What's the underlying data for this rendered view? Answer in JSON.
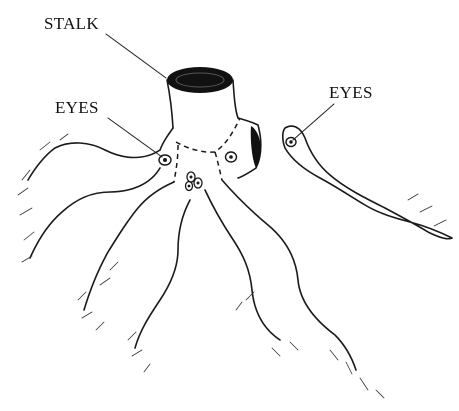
{
  "diagram": {
    "labels": {
      "stalk": "STALK",
      "eyes_left": "EYES",
      "eyes_right": "EYES"
    },
    "colors": {
      "ink": "#1a1a1a",
      "background": "#ffffff"
    }
  }
}
